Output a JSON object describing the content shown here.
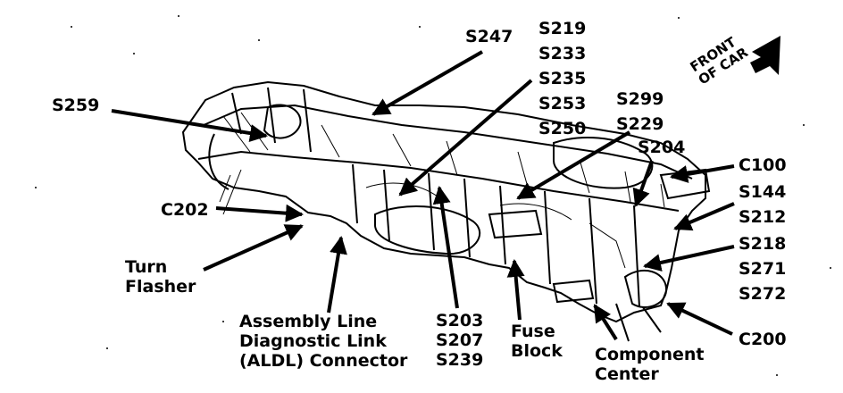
{
  "diagram": {
    "colors": {
      "ink": "#000000",
      "paper": "#ffffff"
    },
    "orientation": {
      "line1": "FRONT",
      "line2": "OF CAR"
    },
    "labels": {
      "s247": "S247",
      "s259": "S259",
      "s_top_group": [
        "S219",
        "S233",
        "S235",
        "S253",
        "S250"
      ],
      "s_mid_group": [
        "S299",
        "S229"
      ],
      "s204": "S204",
      "c100": "C100",
      "s144": "S144",
      "s212": "S212",
      "s218": "S218",
      "s271": "S271",
      "s272": "S272",
      "c200": "C200",
      "c202": "C202",
      "turn_flasher": [
        "Turn",
        "Flasher"
      ],
      "aldl": [
        "Assembly Line",
        "Diagnostic Link",
        "(ALDL) Connector"
      ],
      "s_bottom_group": [
        "S203",
        "S207",
        "S239"
      ],
      "fuse_block": [
        "Fuse",
        "Block"
      ],
      "component_center": [
        "Component",
        "Center"
      ]
    }
  }
}
